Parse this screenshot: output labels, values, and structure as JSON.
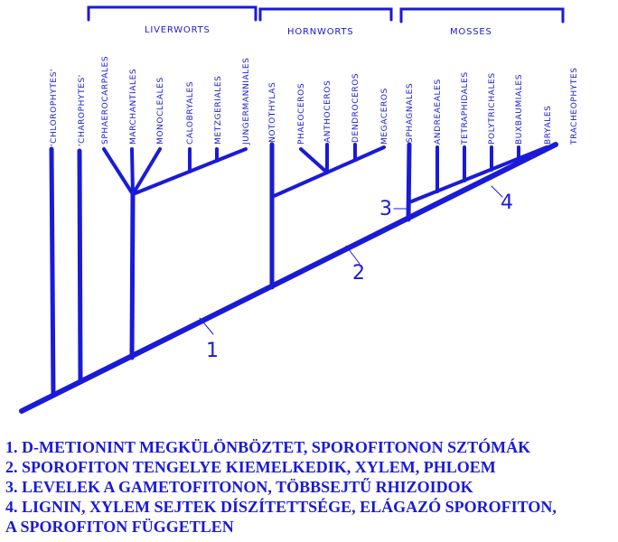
{
  "groups": {
    "liverworts": "LIVERWORTS",
    "hornworts": "HORNWORTS",
    "mosses": "MOSSES"
  },
  "taxa": {
    "chlorophytes": "'CHLOROPHYTES'",
    "charophytes": "'CHAROPHYTES'",
    "sphaerocarpales": "SPHAEROCARPALES",
    "marchantiales": "MARCHANTIALES",
    "monocleales": "MONOCLEALES",
    "calobryales": "CALOBRYALES",
    "metzgeriales": "METZGERIALES",
    "jungermanniales": "JUNGERMANNIALES",
    "notothylas": "NOTOTHYLAS",
    "phaeoceros": "PHAEOCEROS",
    "anthoceros": "ANTHOCEROS",
    "dendroceros": "DENDROCEROS",
    "megaceros": "MEGACEROS",
    "sphagnales": "SPHAGNALES",
    "andreaeales": "ANDREAEALES",
    "tetraphidales": "TETRAPHIDALES",
    "polytrichales": "POLYTRICHALES",
    "buxbaumiales": "BUXBAUMIALES",
    "bryales": "BRYALES",
    "tracheophytes": "TRACHEOPHYTES"
  },
  "markers": {
    "m1": "1",
    "m2": "2",
    "m3": "3",
    "m4": "4"
  },
  "legend": {
    "line1": "1. D-METIONINT MEGKÜLÖNBÖZTET, SPOROFITONON SZTÓMÁK",
    "line2": "2. SPOROFITON TENGELYE KIEMELKEDIK, XYLEM, PHLOEM",
    "line3": "3. LEVELEK A GAMETOFITONON, TÖBBSEJTŰ RHIZOIDOK",
    "line4": "4. LIGNIN, XYLEM SEJTEK DÍSZÍTETTSÉGE, ELÁGAZÓ SPOROFITON,",
    "line5": "A SPOROFITON FÜGGETLEN"
  },
  "colors": {
    "ink": "#1a1ad8"
  }
}
